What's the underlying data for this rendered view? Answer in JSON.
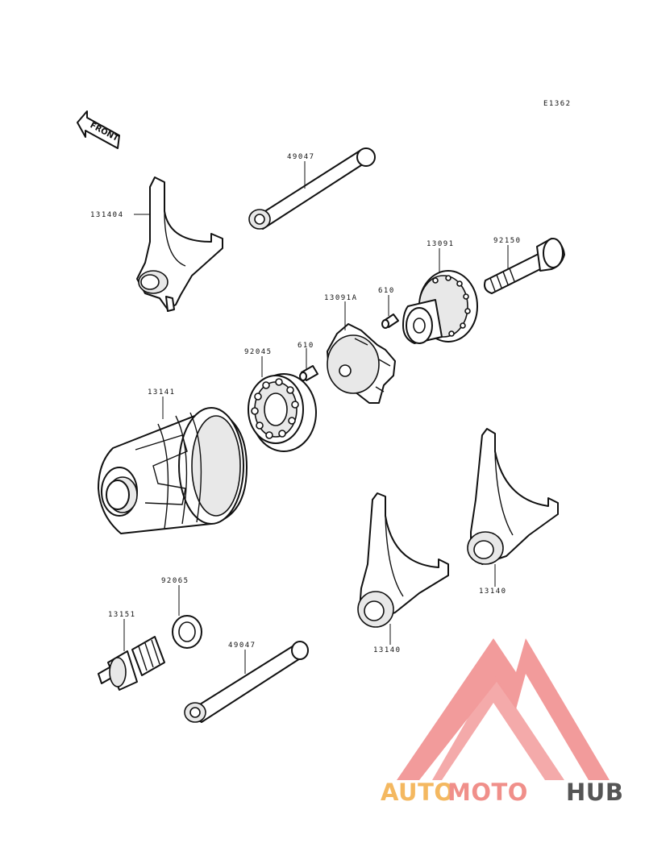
{
  "diagram_code": "E1362",
  "front_label": "FRONT",
  "parts": [
    {
      "id": "p131404",
      "label": "131404"
    },
    {
      "id": "p49047a",
      "label": "49047"
    },
    {
      "id": "p13091",
      "label": "13091"
    },
    {
      "id": "p92150",
      "label": "92150"
    },
    {
      "id": "p13091a",
      "label": "13091A"
    },
    {
      "id": "p610a",
      "label": "610"
    },
    {
      "id": "p610b",
      "label": "610"
    },
    {
      "id": "p92045",
      "label": "92045"
    },
    {
      "id": "p13141",
      "label": "13141"
    },
    {
      "id": "p92065",
      "label": "92065"
    },
    {
      "id": "p13151",
      "label": "13151"
    },
    {
      "id": "p49047b",
      "label": "49047"
    },
    {
      "id": "p13140a",
      "label": "13140"
    },
    {
      "id": "p13140b",
      "label": "13140"
    }
  ],
  "watermark": {
    "word1": "AUTO",
    "word2": "MOTO",
    "word3": "HUB",
    "colors": {
      "auto": "#f4b860",
      "moto": "#f08f8a",
      "hub": "#555555",
      "logo": "#f29b9b"
    }
  }
}
